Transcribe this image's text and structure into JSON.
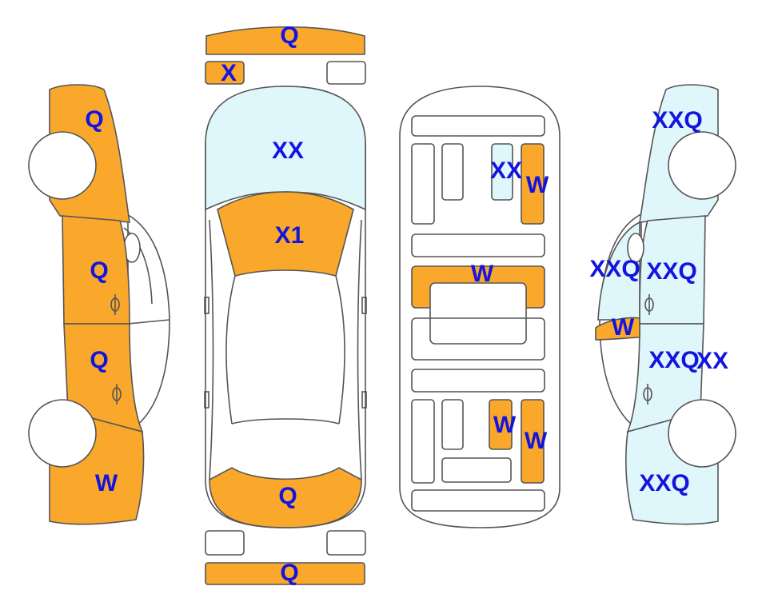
{
  "colors": {
    "damage": "#F9A82B",
    "repaint": "#DFF6FB",
    "plain": "#FFFFFF",
    "label": "#1414E0",
    "line": "#555555"
  },
  "labels": {
    "front_bumper": "Q",
    "left_headlight": "X",
    "windshield": "XX",
    "hood": "X1",
    "trunk": "Q",
    "rear_bumper": "Q",
    "left_fender": "Q",
    "left_front_door": "Q",
    "left_rear_door": "Q",
    "left_quarter": "W",
    "floor_rail_front_right": "W",
    "floor_seat_front_right": "XX",
    "floor_crossmember": "W",
    "floor_rail_rear_a": "W",
    "floor_rail_rear_b": "W",
    "right_fender": "XXQ",
    "right_pillar": "XXQ",
    "right_front_door": "XXQ",
    "right_mirror": "W",
    "right_rear_door_a": "XXQ",
    "right_rear_door_b": "XX",
    "right_quarter": "XXQ"
  }
}
